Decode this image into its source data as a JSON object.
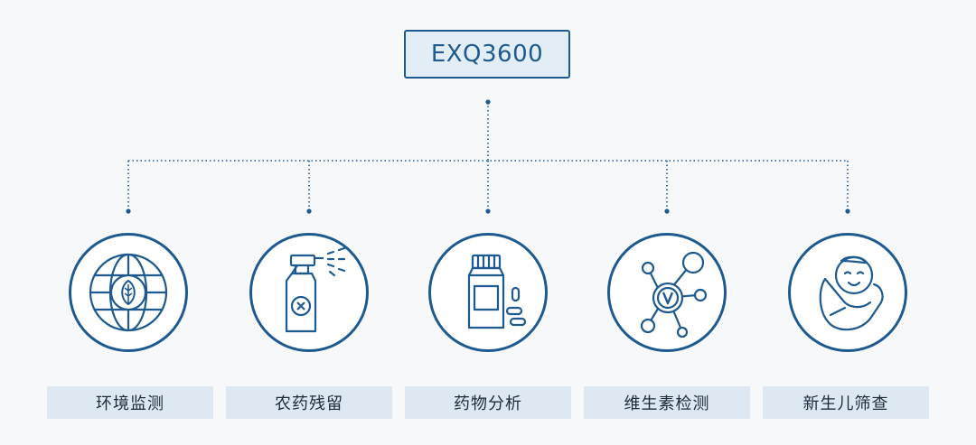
{
  "root": {
    "label": "EXQ3600"
  },
  "colors": {
    "primary": "#1e5a8f",
    "label_bg": "#dde8f3",
    "box_bg": "#e3edf6"
  },
  "items": [
    {
      "label": "环境监测",
      "icon": "globe-leaf-icon"
    },
    {
      "label": "农药残留",
      "icon": "spray-bottle-icon"
    },
    {
      "label": "药物分析",
      "icon": "medicine-bottle-icon"
    },
    {
      "label": "维生素检测",
      "icon": "vitamin-molecule-icon"
    },
    {
      "label": "新生儿筛查",
      "icon": "swaddled-baby-icon"
    }
  ]
}
